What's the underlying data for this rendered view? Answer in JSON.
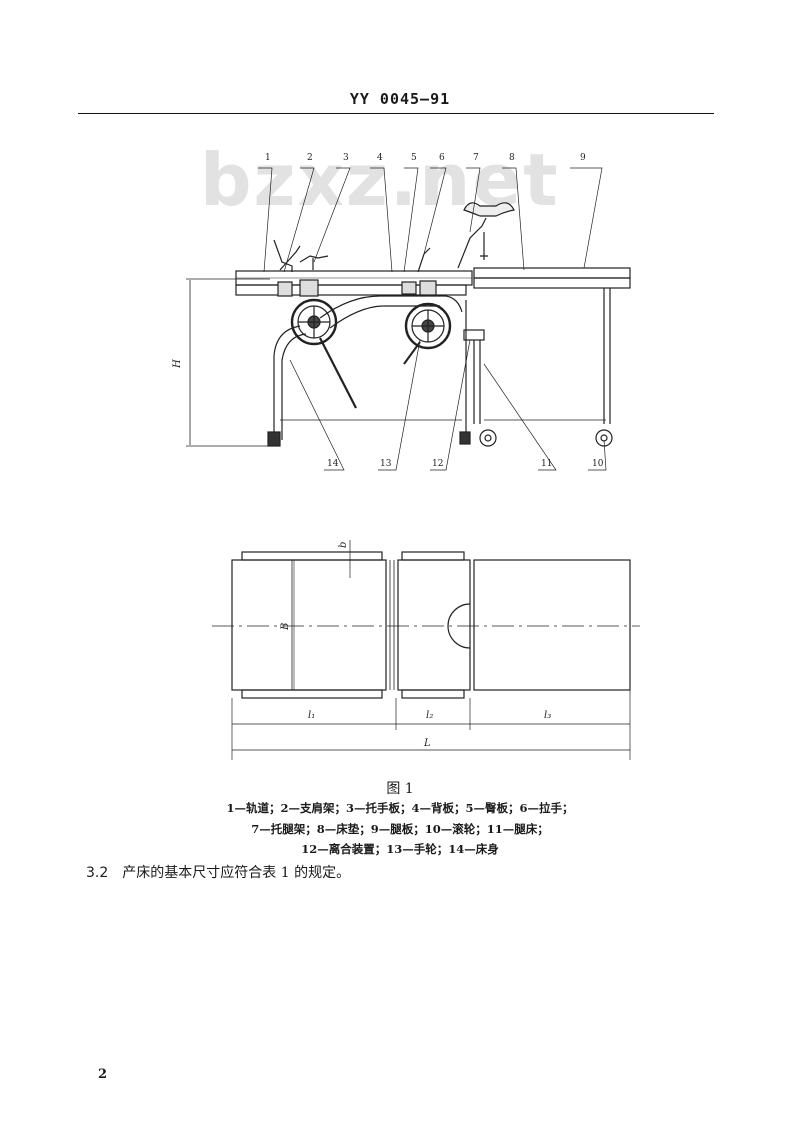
{
  "header": {
    "standard_code": "YY 0045—91"
  },
  "watermark": "bzxz.net",
  "figure": {
    "part_numbers_top": [
      "1",
      "2",
      "3",
      "4",
      "5",
      "6",
      "7",
      "8",
      "9"
    ],
    "part_numbers_bottom": [
      "14",
      "13",
      "12",
      "11",
      "10"
    ],
    "dim_side": "H",
    "dim_plan_b": "b",
    "dim_plan_B": "B",
    "dim_l1": "l₁",
    "dim_l2": "l₂",
    "dim_l3": "l₃",
    "dim_L": "L",
    "caption": "图 1",
    "legend_line1": "1—轨道；2—支肩架；3—托手板；4—背板；5—臀板；6—拉手；",
    "legend_line2": "7—托腿架；8—床垫；9—腿板；10—滚轮；11—腿床；",
    "legend_line3": "12—离合装置；13—手轮；14—床身"
  },
  "clause": {
    "number": "3.2",
    "text": "产床的基本尺寸应符合表 1 的规定。"
  },
  "page_number": "2"
}
